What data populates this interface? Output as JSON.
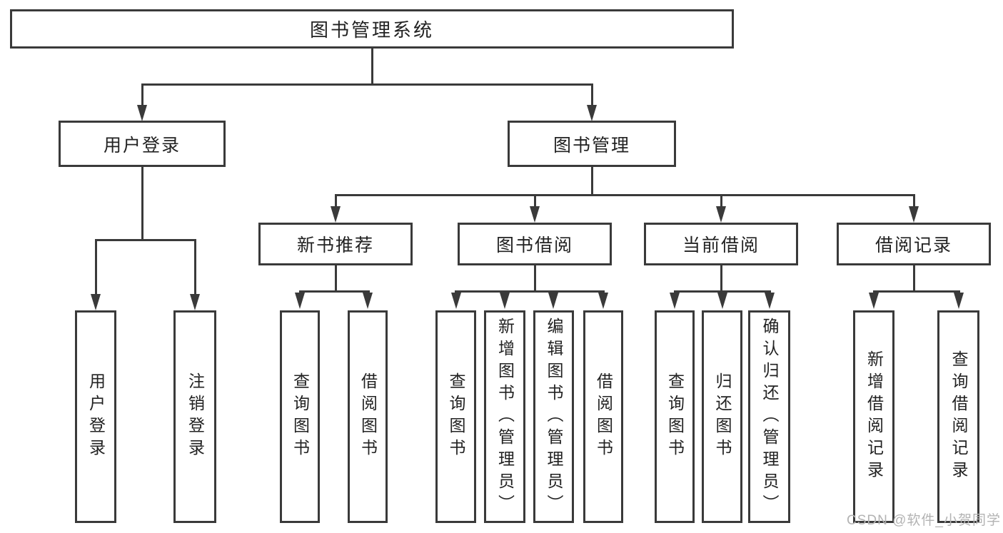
{
  "colors": {
    "line": "#3a3a3a",
    "box_border": "#3a3a3a",
    "box_fill": "#ffffff",
    "text": "#222222",
    "watermark": "#b3b3b3",
    "background": "#ffffff"
  },
  "chart": {
    "type": "tree-diagram",
    "root": "图书管理系统",
    "level2": {
      "user_login": "用户登录",
      "book_management": "图书管理"
    },
    "level3": {
      "new_book_recommend": "新书推荐",
      "book_borrow": "图书借阅",
      "current_borrow": "当前借阅",
      "borrow_records": "借阅记录"
    },
    "leaves": {
      "user_login": "用户登录",
      "logout": "注销登录",
      "nb_query_books": "查询图书",
      "nb_borrow_books": "借阅图书",
      "bb_query_books": "查询图书",
      "bb_add_books": "新增图书（管理员）",
      "bb_edit_books": "编辑图书（管理员）",
      "bb_borrow_books": "借阅图书",
      "cb_query_books": "查询图书",
      "cb_return_books": "归还图书",
      "cb_confirm_return": "确认归还（管理员）",
      "br_add_record": "新增借阅记录",
      "br_query_record": "查询借阅记录"
    },
    "hierarchy": [
      {
        "parent": "图书管理系统",
        "children": [
          "用户登录",
          "图书管理"
        ]
      },
      {
        "parent": "用户登录",
        "children": [
          "用户登录",
          "注销登录"
        ]
      },
      {
        "parent": "图书管理",
        "children": [
          "新书推荐",
          "图书借阅",
          "当前借阅",
          "借阅记录"
        ]
      },
      {
        "parent": "新书推荐",
        "children": [
          "查询图书",
          "借阅图书"
        ]
      },
      {
        "parent": "图书借阅",
        "children": [
          "查询图书",
          "新增图书（管理员）",
          "编辑图书（管理员）",
          "借阅图书"
        ]
      },
      {
        "parent": "当前借阅",
        "children": [
          "查询图书",
          "归还图书",
          "确认归还（管理员）"
        ]
      },
      {
        "parent": "借阅记录",
        "children": [
          "新增借阅记录",
          "查询借阅记录"
        ]
      }
    ]
  },
  "watermark": "CSDN @软件_小贺同学"
}
